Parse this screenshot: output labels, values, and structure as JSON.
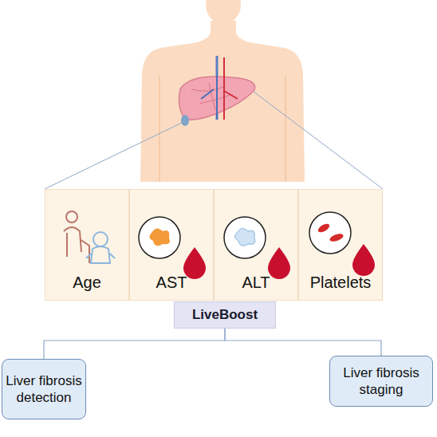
{
  "diagram": {
    "nodes": [
      {
        "text": [
          "Age"
        ]
      },
      {
        "text": [
          "AST"
        ]
      },
      {
        "text": [
          "ALT"
        ]
      },
      {
        "text": [
          "Platelets"
        ]
      },
      {
        "text": [
          "LiveBoost"
        ]
      },
      {
        "text": [
          "Liver fibrosis detection"
        ]
      },
      {
        "text": [
          "Liver fibrosis staging"
        ]
      }
    ],
    "edges": [
      {
        "from": 4,
        "to": 5,
        "arrow": "none"
      },
      {
        "from": 4,
        "to": 6,
        "arrow": "none"
      }
    ]
  }
}
